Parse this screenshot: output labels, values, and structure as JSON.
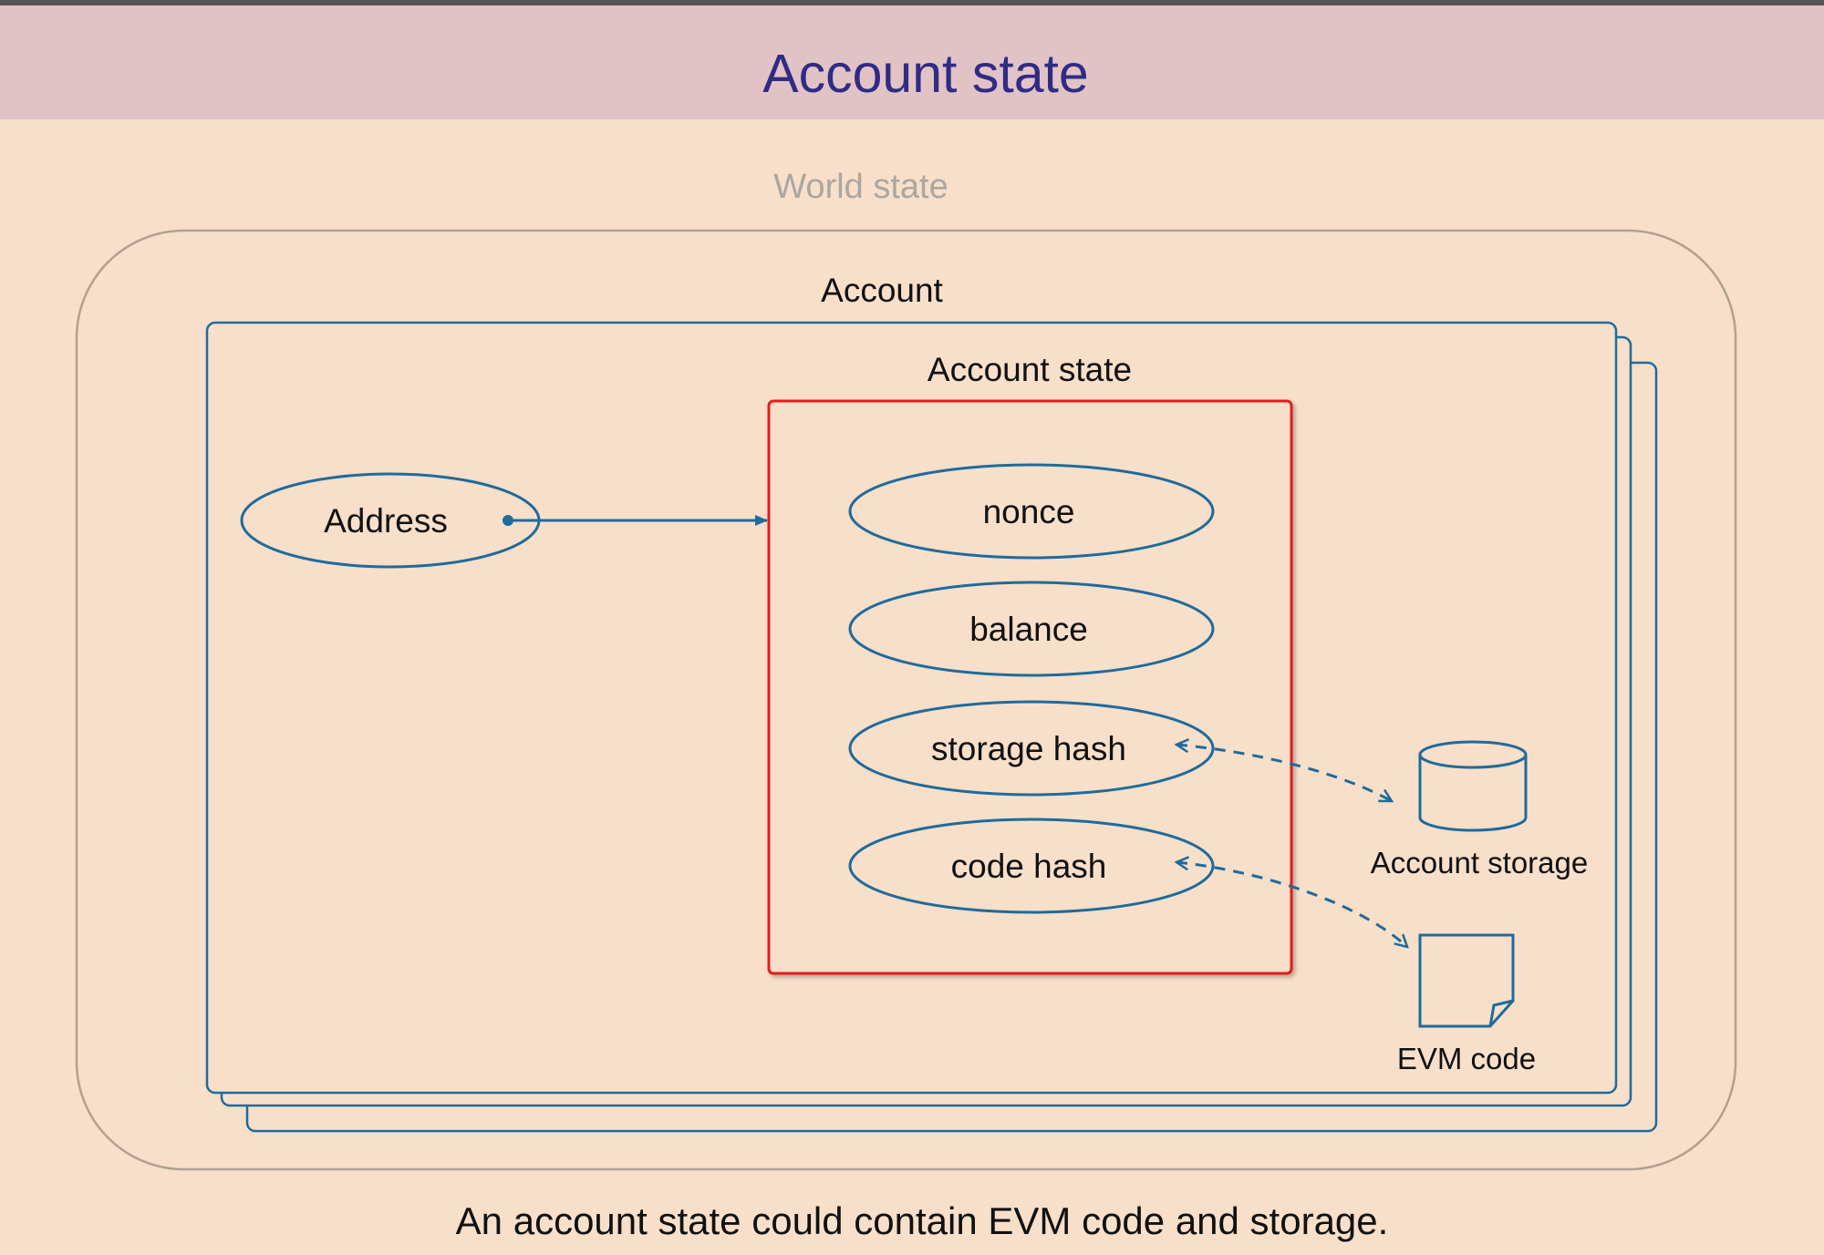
{
  "slide": {
    "title": "Account state",
    "caption": "An account state could contain EVM code and storage."
  },
  "diagram": {
    "world_state_label": "World state",
    "account_label": "Account",
    "account_state_label": "Account state",
    "address_label": "Address",
    "fields": {
      "nonce": "nonce",
      "balance": "balance",
      "storage_hash": "storage hash",
      "code_hash": "code hash"
    },
    "account_storage_label": "Account storage",
    "evm_code_label": "EVM code"
  },
  "colors": {
    "background": "#f7dfca",
    "title_bar": "#e1c3c6",
    "title_text": "#302c84",
    "world_border": "#b0a190",
    "world_label": "#aba6a0",
    "blue": "#1f6b9a",
    "red": "#e41c1c",
    "text": "#111111"
  },
  "icons": {
    "storage": "database-cylinder-icon",
    "code": "document-icon"
  }
}
